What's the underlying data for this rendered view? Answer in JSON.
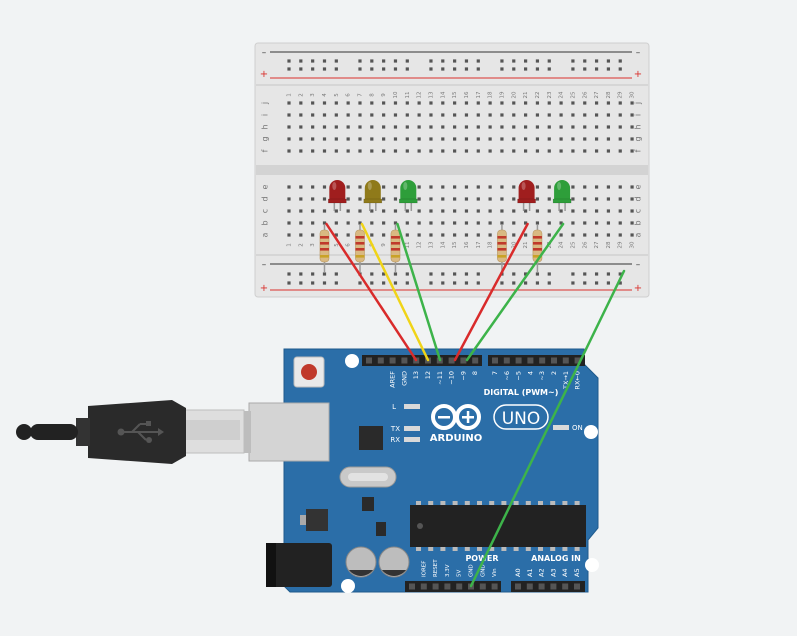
{
  "breadboard": {
    "rail_minus": "–",
    "rail_plus": "+",
    "column_numbers": [
      "1",
      "2",
      "3",
      "4",
      "5",
      "6",
      "7",
      "8",
      "9",
      "10",
      "11",
      "12",
      "13",
      "14",
      "15",
      "16",
      "17",
      "18",
      "19",
      "20",
      "21",
      "22",
      "23",
      "24",
      "25",
      "26",
      "27",
      "28",
      "29",
      "30"
    ],
    "rows_top": [
      "j",
      "i",
      "h",
      "g",
      "f"
    ],
    "rows_bottom": [
      "e",
      "d",
      "c",
      "b",
      "a"
    ]
  },
  "components": {
    "leds": [
      {
        "name": "led-red-1",
        "color": "#a01e1e",
        "column": 5
      },
      {
        "name": "led-yellow",
        "color": "#8f7a1a",
        "column": 8
      },
      {
        "name": "led-green-1",
        "color": "#2e9e3a",
        "column": 11
      },
      {
        "name": "led-red-2",
        "color": "#a01e1e",
        "column": 21
      },
      {
        "name": "led-green-2",
        "color": "#2e9e3a",
        "column": 24
      }
    ],
    "resistor_columns": [
      4,
      7,
      10,
      19,
      22
    ]
  },
  "wires": [
    {
      "name": "wire-red-13",
      "color": "#d92b2b"
    },
    {
      "name": "wire-yellow-12",
      "color": "#f0d417"
    },
    {
      "name": "wire-green-11",
      "color": "#3db34a"
    },
    {
      "name": "wire-red-10",
      "color": "#d92b2b"
    },
    {
      "name": "wire-green-9",
      "color": "#3db34a"
    },
    {
      "name": "wire-green-gnd",
      "color": "#3db34a"
    }
  ],
  "arduino": {
    "brand": "ARDUINO",
    "model": "UNO",
    "digital_label": "DIGITAL (PWM~)",
    "digital_pins": [
      "AREF",
      "GND",
      "13",
      "12",
      "~11",
      "~10",
      "~9",
      "8",
      "7",
      "~6",
      "~5",
      "4",
      "~3",
      "2",
      "TX→1",
      "RX←0"
    ],
    "power_label": "POWER",
    "power_pins": [
      "IOREF",
      "RESET",
      "3.3V",
      "5V",
      "GND",
      "GND",
      "Vin"
    ],
    "analog_label": "ANALOG IN",
    "analog_pins": [
      "A0",
      "A1",
      "A2",
      "A3",
      "A4",
      "A5"
    ],
    "led_labels": {
      "l": "L",
      "tx": "TX",
      "rx": "RX",
      "on": "ON"
    }
  },
  "colors": {
    "board": "#2b6ea8",
    "board_edge": "#1f5a8c",
    "breadboard": "#e4e4e4",
    "rail_red": "#d9302c",
    "rail_dark": "#333333"
  }
}
